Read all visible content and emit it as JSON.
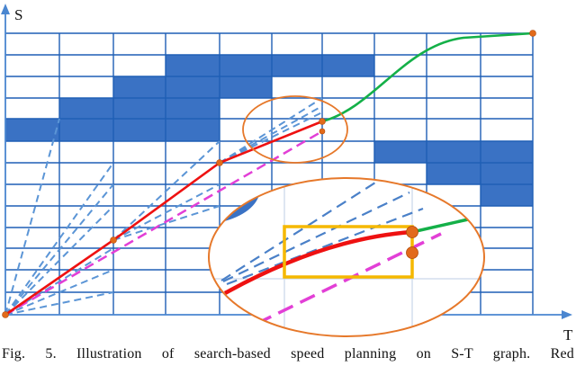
{
  "figure": {
    "axis_y_label": "S",
    "axis_x_label": "T",
    "caption": "Fig. 5.    Illustration of search-based speed planning on S-T graph. Red"
  },
  "colors": {
    "grid_line": "#1f5fb5",
    "obstacle_fill": "#3a72c4",
    "axis": "#4a86d0",
    "search_line": "#5b95d6",
    "path_red": "#ee1111",
    "path_magenta": "#e23fd6",
    "path_green": "#14b048",
    "node_dot": "#e26a1a",
    "ellipse": "#e6782a",
    "zoom_box": "#f5b800"
  }
}
